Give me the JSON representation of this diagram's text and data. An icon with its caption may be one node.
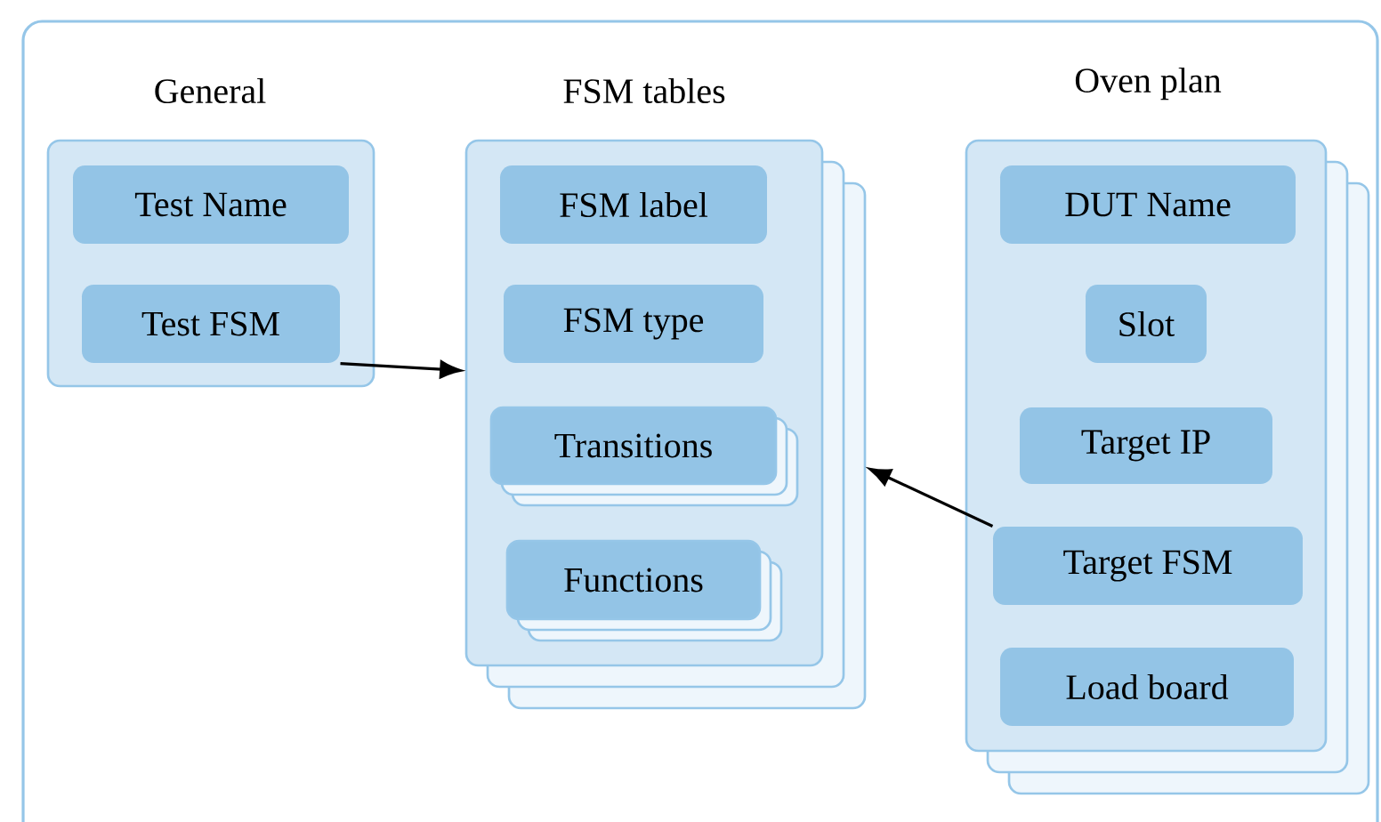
{
  "diagram": {
    "nodes": [
      {
        "text": [
          "General"
        ]
      },
      {
        "text": [
          "Test Name"
        ],
        "in": 0
      },
      {
        "text": [
          "Test FSM"
        ],
        "in": 0
      },
      {
        "text": [
          "FSM tables"
        ]
      },
      {
        "text": [
          "FSM label"
        ],
        "in": 3
      },
      {
        "text": [
          "FSM type"
        ],
        "in": 3
      },
      {
        "text": [
          "Transitions"
        ],
        "in": 3
      },
      {
        "text": [
          "Functions"
        ],
        "in": 3
      },
      {
        "text": [
          "Oven plan"
        ]
      },
      {
        "text": [
          "DUT Name"
        ],
        "in": 8
      },
      {
        "text": [
          "Slot"
        ],
        "in": 8
      },
      {
        "text": [
          "Target IP"
        ],
        "in": 8
      },
      {
        "text": [
          "Target FSM"
        ],
        "in": 8
      },
      {
        "text": [
          "Load board"
        ],
        "in": 8
      }
    ],
    "edges": [
      {
        "from": 2,
        "to": 3,
        "arrow": "to"
      },
      {
        "from": 12,
        "to": 3,
        "arrow": "to"
      }
    ]
  }
}
